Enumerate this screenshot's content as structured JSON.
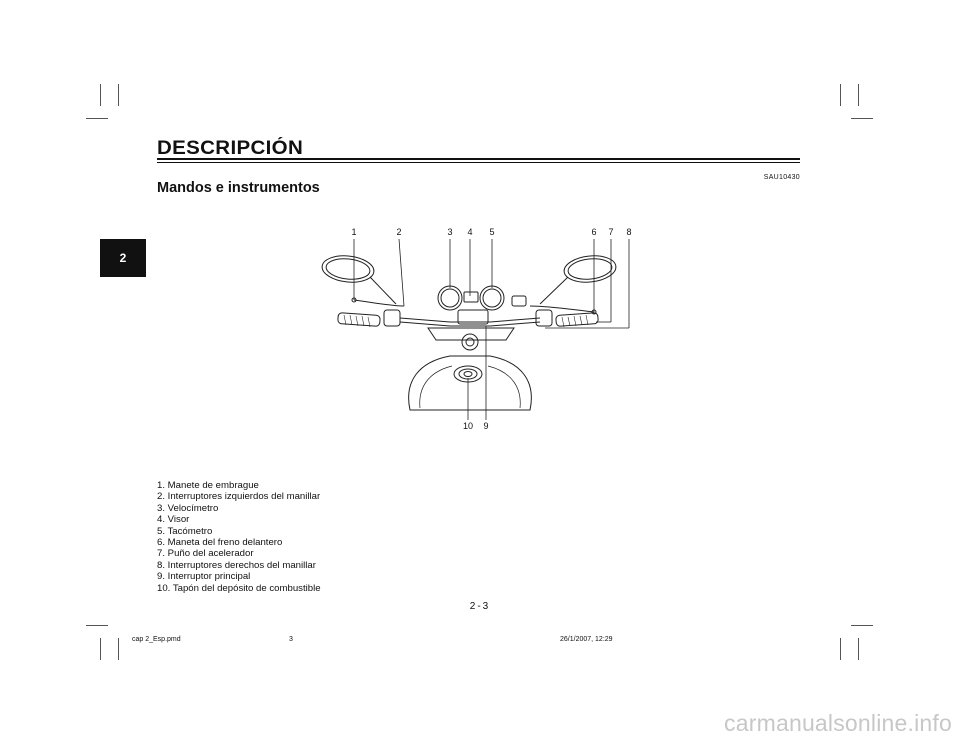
{
  "header": {
    "title": "DESCRIPCIÓN",
    "code": "SAU10430"
  },
  "section": {
    "subtitle": "Mandos e instrumentos"
  },
  "chapter_tab": "2",
  "figure": {
    "top_callouts": [
      "1",
      "2",
      "3",
      "4",
      "5",
      "6",
      "7",
      "8"
    ],
    "bottom_callouts": [
      "10",
      "9"
    ]
  },
  "legend": [
    "1. Manete de embrague",
    "2. Interruptores izquierdos del manillar",
    "3. Velocímetro",
    "4. Visor",
    "5. Tacómetro",
    "6. Maneta del freno delantero",
    "7. Puño del acelerador",
    "8. Interruptores derechos del manillar",
    "9. Interruptor principal",
    "10. Tapón del depósito de combustible"
  ],
  "page_number": "2-3",
  "footer": {
    "file": "cap 2_Esp.pmd",
    "page": "3",
    "date": "26/1/2007, 12:29"
  },
  "watermark": "carmanualsonline.info"
}
